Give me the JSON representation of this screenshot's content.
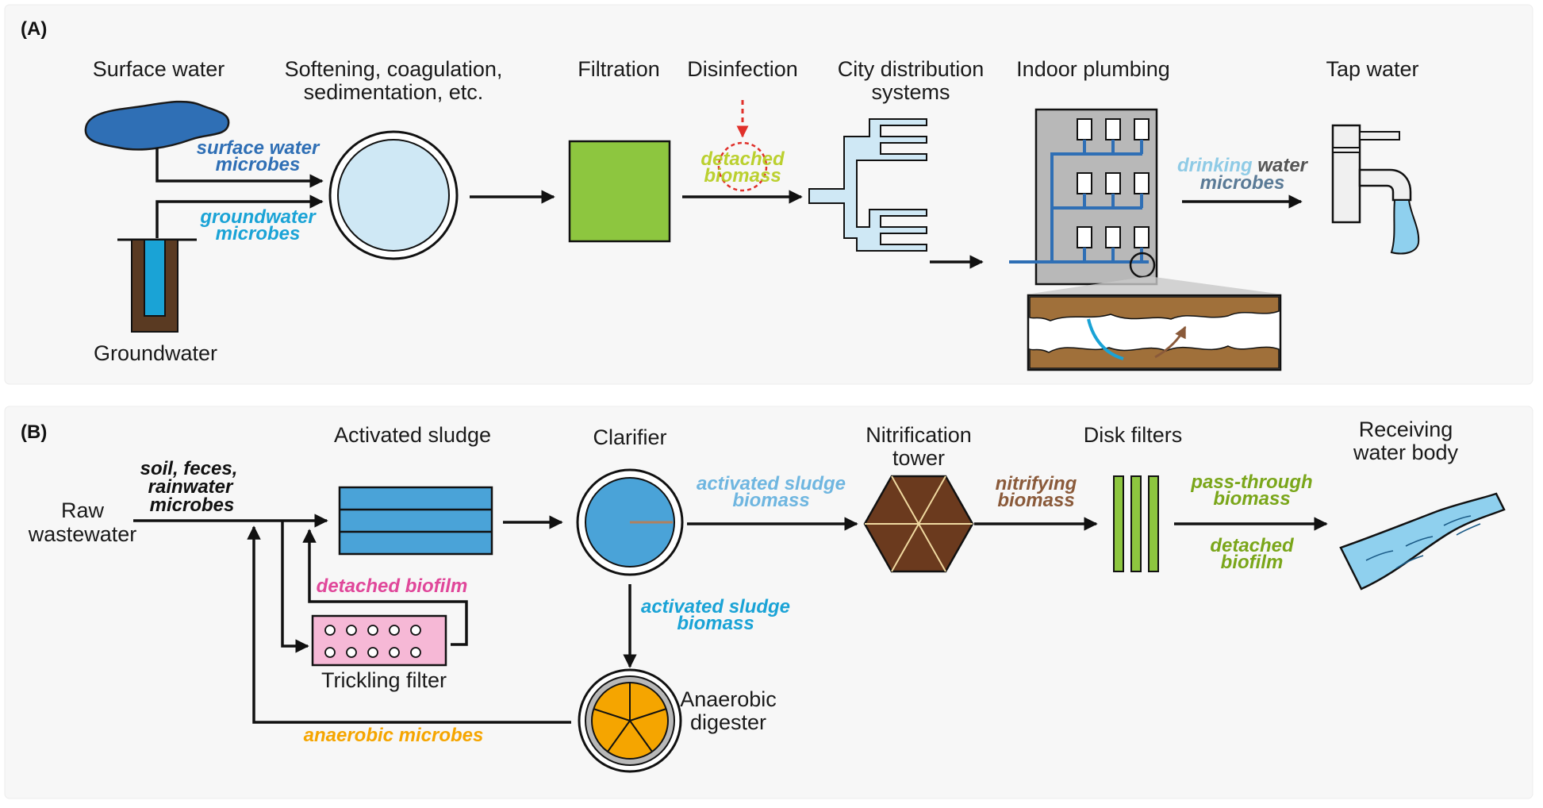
{
  "colors": {
    "surface_blue": "#2f6fb5",
    "groundwater_cyan": "#1aa3d6",
    "light_blue": "#cfe8f5",
    "filtration_green": "#8dc63f",
    "detached_yellow": "#b5cc1a",
    "disinfection_red": "#e0302a",
    "sludge_blue": "#4aa3d8",
    "pink": "#e0479a",
    "trickle_pink": "#f6b8d6",
    "nitrification_brown": "#6b3a1e",
    "disk_green": "#8dc63f",
    "digester_orange": "#f5a500",
    "river_blue": "#8fd0ee"
  },
  "panel_a": {
    "tag": "(A)",
    "surface_water": "Surface water",
    "groundwater": "Groundwater",
    "softening_line1": "Softening, coagulation,",
    "softening_line2": "sedimentation, etc.",
    "filtration": "Filtration",
    "disinfection": "Disinfection",
    "city_line1": "City distribution",
    "city_line2": "systems",
    "indoor_plumbing": "Indoor plumbing",
    "tap_water": "Tap water",
    "surface_microbes_1": "surface water",
    "surface_microbes_2": "microbes",
    "ground_microbes_1": "groundwater",
    "ground_microbes_2": "microbes",
    "detached_1": "detached",
    "detached_2": "biomass",
    "drinking_1a": "drinking",
    "drinking_1b": " water",
    "drinking_2": "microbes"
  },
  "panel_b": {
    "tag": "(B)",
    "raw_1": "Raw",
    "raw_2": "wastewater",
    "soil_1": "soil, feces,",
    "soil_2": "rainwater",
    "soil_3": "microbes",
    "activated_sludge": "Activated sludge",
    "clarifier": "Clarifier",
    "nitri_1": "Nitrification",
    "nitri_2": "tower",
    "disk_filters": "Disk filters",
    "receiving_1": "Receiving",
    "receiving_2": "water body",
    "detached_biofilm": "detached biofilm",
    "trickling_filter": "Trickling filter",
    "as_biomass_1": "activated sludge",
    "as_biomass_2": "biomass",
    "as_biomass_down_1": "activated sludge",
    "as_biomass_down_2": "biomass",
    "nitrifying_1": "nitrifying",
    "nitrifying_2": "biomass",
    "pass_1": "pass-through",
    "pass_2": "biomass",
    "det_biofilm_1": "detached",
    "det_biofilm_2": "biofilm",
    "anaerobic_1": "Anaerobic",
    "anaerobic_2": "digester",
    "anaerobic_microbes": "anaerobic microbes"
  }
}
